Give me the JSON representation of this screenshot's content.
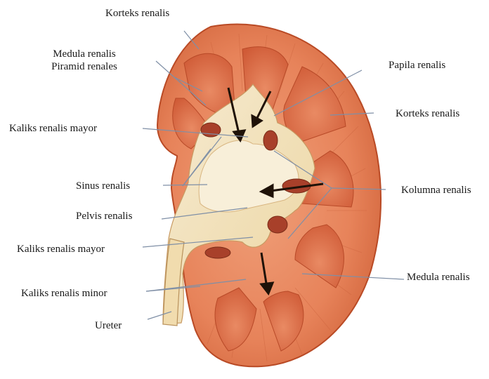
{
  "labels": {
    "korteks_top": "Korteks renalis",
    "medula_piramid_1": "Medula renalis",
    "medula_piramid_2": "Piramid renales",
    "kaliks_mayor_upper": "Kaliks renalis mayor",
    "sinus": "Sinus renalis",
    "pelvis": "Pelvis renalis",
    "kaliks_mayor_lower": "Kaliks renalis mayor",
    "kaliks_minor": "Kaliks renalis minor",
    "ureter": "Ureter",
    "papila": "Papila renalis",
    "korteks_right": "Korteks renalis",
    "kolumna": "Kolumna renalis",
    "medula_right": "Medula renalis"
  },
  "colors": {
    "cortex": "#e7835a",
    "capsule": "#c8502a",
    "medulla": "#d9603f",
    "sinus_fat": "#f3e2b8",
    "leader_line": "#7f8fa6"
  }
}
